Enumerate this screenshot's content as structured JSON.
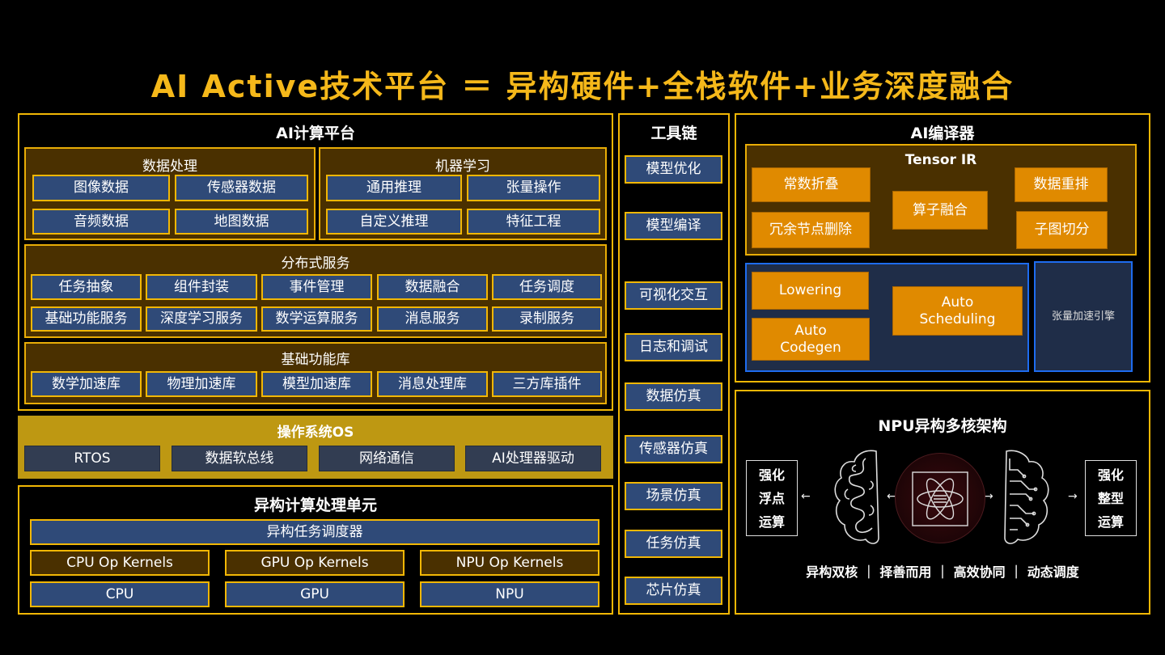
{
  "title": "AI Active技术平台 ＝ 异构硬件+全栈软件+业务深度融合",
  "ai_platform": {
    "title": "AI计算平台",
    "data_processing": {
      "title": "数据处理",
      "items": [
        "图像数据",
        "传感器数据",
        "音频数据",
        "地图数据"
      ]
    },
    "machine_learning": {
      "title": "机器学习",
      "items": [
        "通用推理",
        "张量操作",
        "自定义推理",
        "特征工程"
      ]
    },
    "distributed": {
      "title": "分布式服务",
      "items": [
        "任务抽象",
        "组件封装",
        "事件管理",
        "数据融合",
        "任务调度",
        "基础功能服务",
        "深度学习服务",
        "数学运算服务",
        "消息服务",
        "录制服务"
      ]
    },
    "base_lib": {
      "title": "基础功能库",
      "items": [
        "数学加速库",
        "物理加速库",
        "模型加速库",
        "消息处理库",
        "三方库插件"
      ]
    }
  },
  "os": {
    "title": "操作系统OS",
    "items": [
      "RTOS",
      "数据软总线",
      "网络通信",
      "AI处理器驱动"
    ]
  },
  "hetero": {
    "title": "异构计算处理单元",
    "scheduler": "异构任务调度器",
    "kernels": [
      "CPU Op Kernels",
      "GPU Op Kernels",
      "NPU Op Kernels"
    ],
    "units": [
      "CPU",
      "GPU",
      "NPU"
    ]
  },
  "toolchain": {
    "title": "工具链",
    "items": [
      "模型优化",
      "模型编译",
      "可视化交互",
      "日志和调试",
      "数据仿真",
      "传感器仿真",
      "场景仿真",
      "任务仿真",
      "芯片仿真"
    ]
  },
  "compiler": {
    "title": "AI编译器",
    "tensor_ir": {
      "title": "Tensor IR",
      "items": [
        "常数折叠",
        "冗余节点删除",
        "算子融合",
        "数据重排",
        "子图切分"
      ]
    },
    "lowering": "Lowering",
    "codegen": "Auto Codegen",
    "scheduling": "Auto Scheduling",
    "engine": "张量加速引擎"
  },
  "npu": {
    "title": "NPU异构多核架构",
    "left": [
      "强化",
      "浮点",
      "运算"
    ],
    "right": [
      "强化",
      "整型",
      "运算"
    ],
    "tagline": "异构双核 ｜ 择善而用 ｜ 高效协同 ｜ 动态调度"
  },
  "colors": {
    "gold": "#f2b705",
    "blue": "#2f4a78",
    "brown": "#4a3000",
    "orange": "#e08a00",
    "os": "#be9812"
  }
}
